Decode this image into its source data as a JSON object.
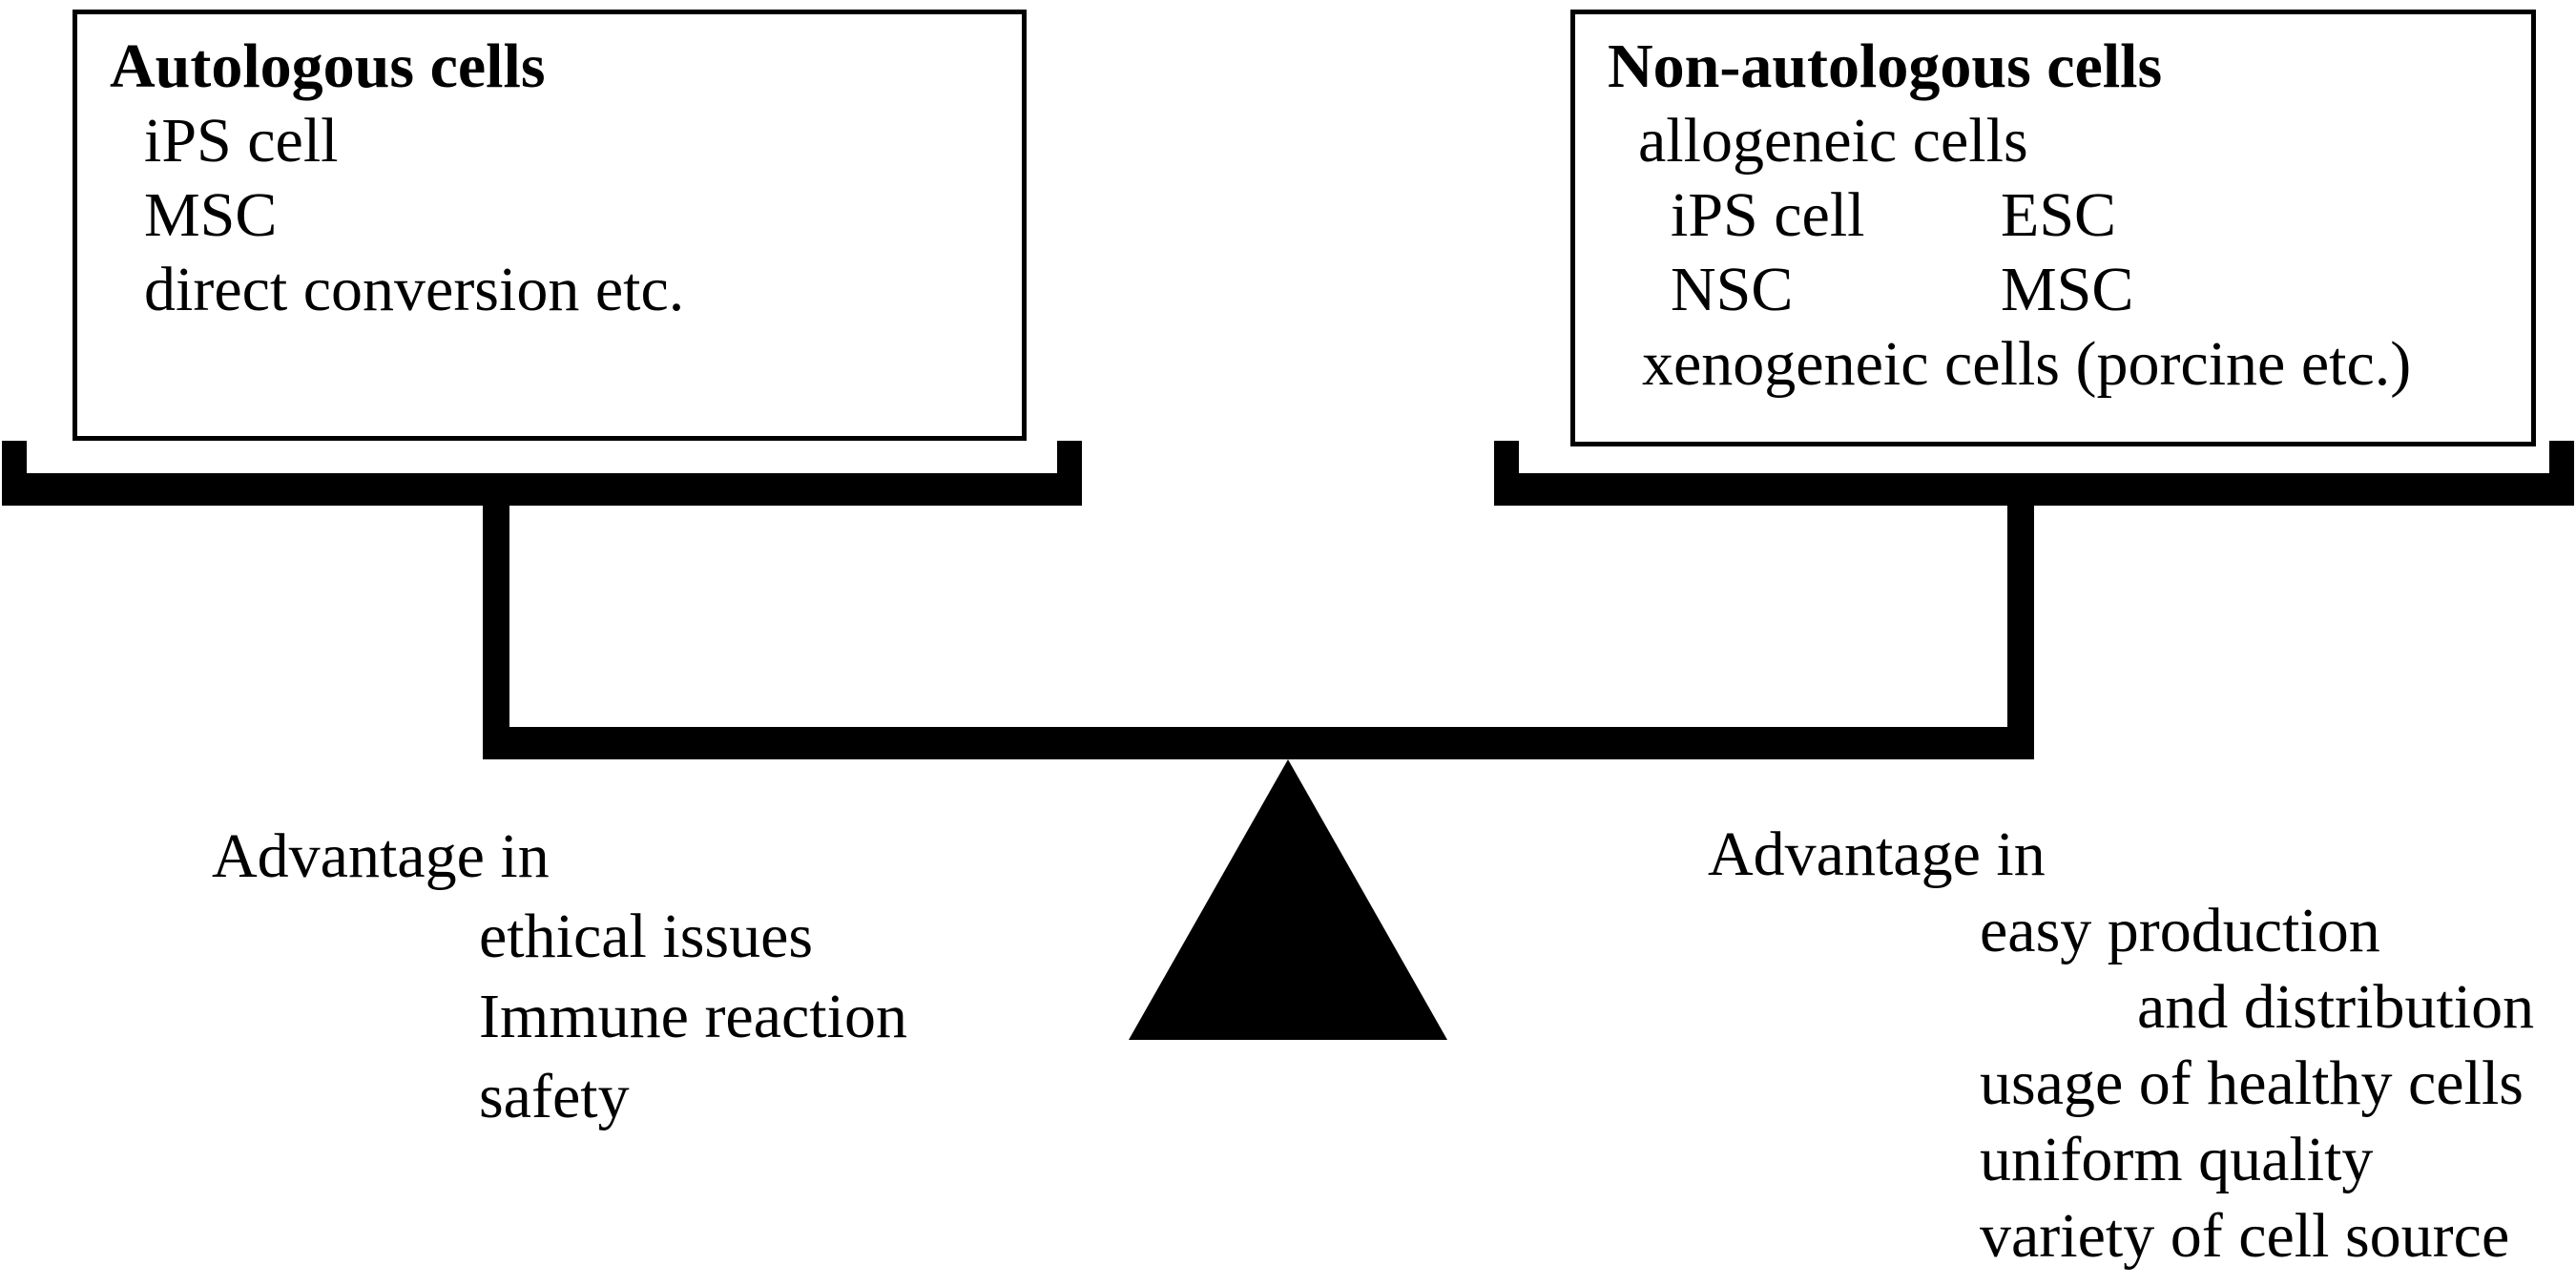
{
  "figure": {
    "type": "balance-scale-comparison-diagram",
    "colors": {
      "ink": "#000000",
      "background": "#ffffff"
    }
  },
  "left_box": {
    "title": "Autologous cells",
    "items": [
      "iPS cell",
      "MSC",
      "direct conversion etc."
    ]
  },
  "right_box": {
    "title": "Non-autologous cells",
    "subtitle": "allogeneic cells",
    "rows": [
      {
        "col1": "iPS cell",
        "col2": "ESC"
      },
      {
        "col1": "NSC",
        "col2": "MSC"
      }
    ],
    "footer": "xenogeneic cells (porcine etc.)"
  },
  "left_advantages": {
    "heading": "Advantage in",
    "items": [
      "ethical issues",
      "Immune reaction",
      "safety"
    ]
  },
  "right_advantages": {
    "heading": "Advantage in",
    "items": [
      {
        "text": "easy production",
        "indent": 1
      },
      {
        "text": "and distribution",
        "indent": 2
      },
      {
        "text": "usage of healthy cells",
        "indent": 1
      },
      {
        "text": "uniform quality",
        "indent": 1
      },
      {
        "text": "variety of cell source",
        "indent": 1
      }
    ]
  }
}
